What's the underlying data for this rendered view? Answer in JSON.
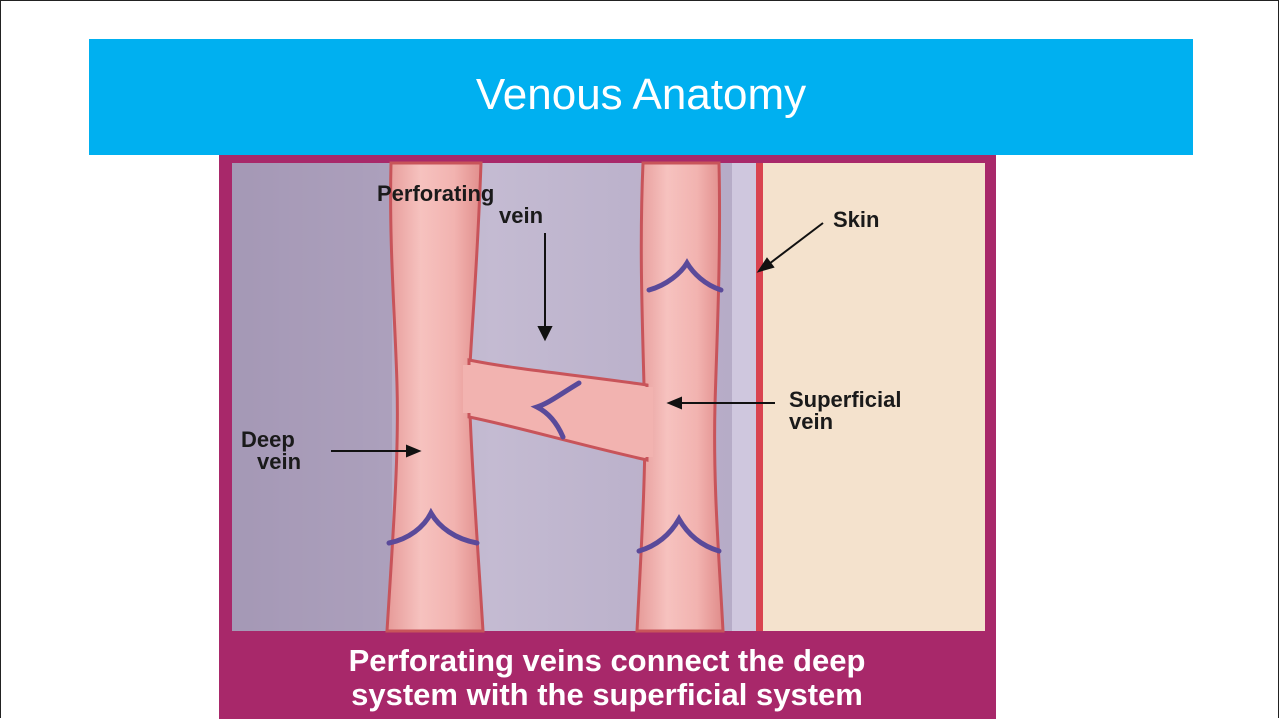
{
  "slide": {
    "title": "Venous Anatomy"
  },
  "figure": {
    "labels": {
      "perforating_line1": "Perforating",
      "perforating_line2": "vein",
      "skin": "Skin",
      "superficial_line1": "Superficial",
      "superficial_line2": "vein",
      "deep_line1": "Deep",
      "deep_line2": "vein"
    },
    "caption": {
      "line1": "Perforating veins connect the deep",
      "line2": "system with the superficial system"
    },
    "colors": {
      "title_bar": "#00b0f0",
      "frame": "#a8286a",
      "vein": "#f2b3b0",
      "vein_edge": "#c8545a",
      "valve": "#5a4a9a",
      "tissue": "#b9b0c8",
      "skin": "#f4e2cd"
    }
  }
}
